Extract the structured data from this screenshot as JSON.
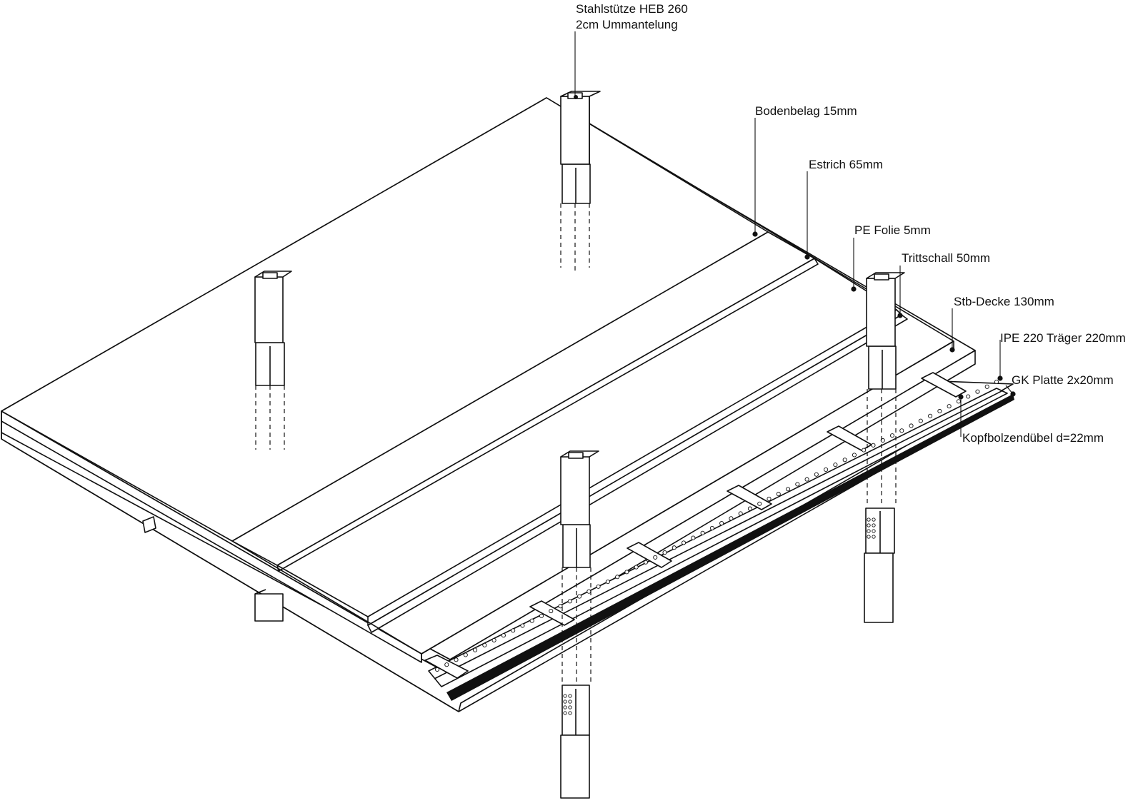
{
  "labels": {
    "column_line1": "Stahlstütze HEB 260",
    "column_line2": "2cm Ummantelung",
    "flooring": "Bodenbelag 15mm",
    "screed": "Estrich 65mm",
    "pe_film": "PE Folie 5mm",
    "impact_sound": "Trittschall 50mm",
    "slab": "Stb-Decke 130mm",
    "beam": "IPE 220 Träger 220mm",
    "gypsum_board": "GK Platte 2x20mm",
    "shear_studs": "Kopfbolzendübel d=22mm"
  },
  "colors": {
    "line": "#111111",
    "background": "#ffffff"
  }
}
